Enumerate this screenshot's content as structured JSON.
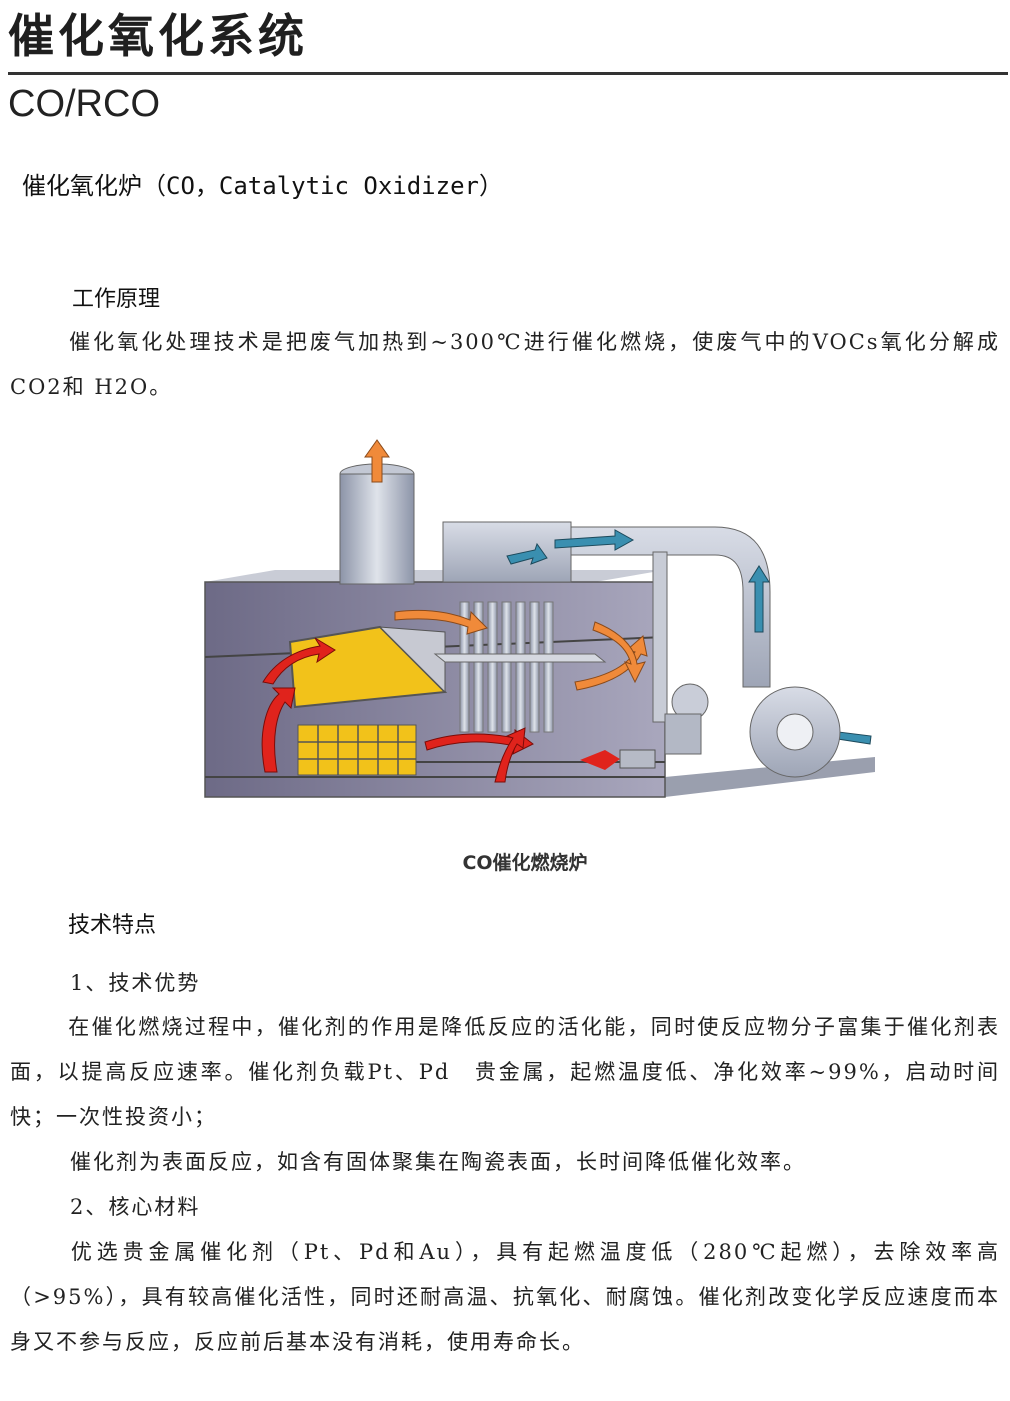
{
  "header": {
    "title": "催化氧化系统",
    "subtitle": "CO/RCO"
  },
  "section": {
    "heading": "催化氧化炉（CO，Catalytic Oxidizer）"
  },
  "principle": {
    "heading": "工作原理",
    "text": "催化氧化处理技术是把废气加热到~300℃进行催化燃烧，使废气中的VOCs氧化分解成CO2和 H2O。"
  },
  "figure": {
    "caption": "CO催化燃烧炉"
  },
  "features": {
    "heading": "技术特点",
    "item1_title": "1、技术优势",
    "item1_p1": "在催化燃烧过程中，催化剂的作用是降低反应的活化能，同时使反应物分子富集于催化剂表面，以提高反应速率。催化剂负载Pt、Pd　贵金属，起燃温度低、净化效率~99%，启动时间快；一次性投资小；",
    "item1_p2": "催化剂为表面反应，如含有固体聚集在陶瓷表面，长时间降低催化效率。",
    "item2_title": "2、核心材料",
    "item2_p1": "优选贵金属催化剂（Pt、Pd和Au），具有起燃温度低（280℃起燃），去除效率高（>95%），具有较高催化活性，同时还耐高温、抗氧化、耐腐蚀。催化剂改变化学反应速度而本身又不参与反应，反应前后基本没有消耗，使用寿命长。"
  },
  "colors": {
    "heat_arrow": "#e0231c",
    "warm_arrow": "#f08a3a",
    "cool_arrow": "#3a8fb0",
    "catalyst": "#f2c21a",
    "housing": "#b8bcc8"
  }
}
